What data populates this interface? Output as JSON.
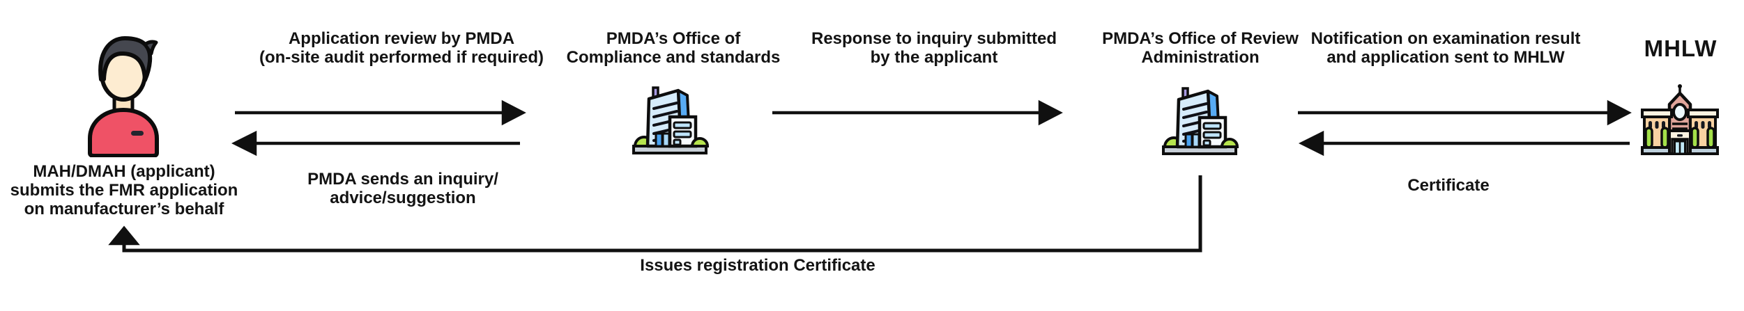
{
  "diagram": {
    "title_hint": "FMR application flow between applicant, PMDA offices and MHLW",
    "nodes": [
      {
        "id": "applicant",
        "icon": "person-icon",
        "label": "MAH/DMAH (applicant)\nsubmits the FMR application\non manufacturer’s behalf"
      },
      {
        "id": "pmda-compliance",
        "icon": "office-building-icon",
        "label": "PMDA’s Office of\nCompliance and standards"
      },
      {
        "id": "pmda-review",
        "icon": "office-building-icon",
        "label": "PMDA’s Office of Review\nAdministration"
      },
      {
        "id": "mhlw",
        "icon": "government-building-icon",
        "label": "MHLW"
      }
    ],
    "edges": [
      {
        "from": "applicant",
        "to": "pmda-compliance",
        "label": "Application review by PMDA\n(on-site audit performed if required)"
      },
      {
        "from": "pmda-compliance",
        "to": "applicant",
        "label": "PMDA sends an inquiry/\nadvice/suggestion"
      },
      {
        "from": "pmda-compliance",
        "to": "pmda-review",
        "label": "Response to inquiry submitted\nby the applicant"
      },
      {
        "from": "pmda-review",
        "to": "mhlw",
        "label": "Notification on examination result\nand application sent to MHLW"
      },
      {
        "from": "mhlw",
        "to": "pmda-review",
        "label": "Certificate"
      },
      {
        "from": "pmda-review",
        "to": "applicant",
        "label": "Issues registration Certificate"
      }
    ],
    "colors": {
      "text": "#131313",
      "arrow": "#101010",
      "shirt_red": "#ef5266",
      "hair_dark": "#45474f",
      "skin": "#fdecd1",
      "building_front_blue": "#d6ecfb",
      "building_side_blue": "#58abf3",
      "bush_green": "#b6e44e",
      "base_gray": "#c6ced6",
      "tower_salmon": "#e0a59b",
      "wing_peach": "#f9d2a2",
      "cornice_cream": "#fdf3e1",
      "tree_green": "#a4e049",
      "door_blue": "#c2e9f7",
      "base_bluegray": "#bdd0dc"
    }
  }
}
